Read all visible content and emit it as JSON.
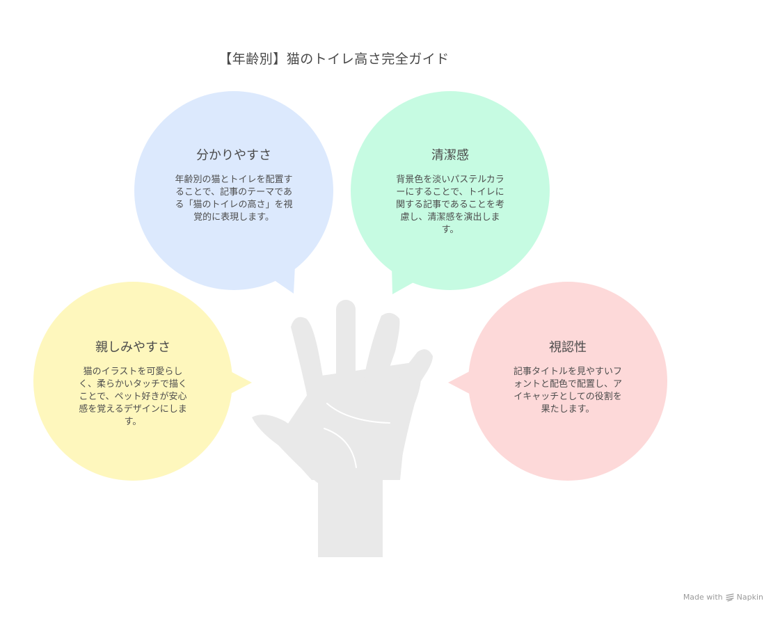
{
  "title": "【年齢別】猫のトイレ高さ完全ガイド",
  "bubbles": [
    {
      "heading": "分かりやすさ",
      "body": "年齢別の猫とトイレを配置することで、記事のテーマである「猫のトイレの高さ」を視覚的に表現します。",
      "color": "#dce9fd"
    },
    {
      "heading": "清潔感",
      "body": "背景色を淡いパステルカラーにすることで、トイレに関する記事であることを考慮し、清潔感を演出します。",
      "color": "#c6fbe2"
    },
    {
      "heading": "親しみやすさ",
      "body": "猫のイラストを可愛らしく、柔らかいタッチで描くことで、ペット好きが安心感を覚えるデザインにします。",
      "color": "#fef7bd"
    },
    {
      "heading": "視認性",
      "body": "記事タイトルを見やすいフォントと配色で配置し、アイキャッチとしての役割を果たします。",
      "color": "#fdd9d9"
    }
  ],
  "hand_color": "#e9e9e9",
  "watermark": {
    "made_with": "Made with",
    "brand": "Napkin"
  }
}
